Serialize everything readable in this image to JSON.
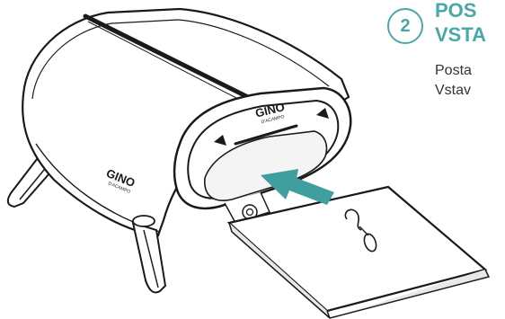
{
  "step": {
    "number": "2",
    "title_lines": [
      "POS",
      "VSTA"
    ],
    "body_lines": [
      "Posta",
      "Vstav"
    ]
  },
  "oven": {
    "brand_top": "GINO",
    "brand_top_sub": "D'ACAMPO",
    "brand_side": "GINO",
    "brand_side_sub": "D'ACAMPO"
  },
  "colors": {
    "accent": "#4aa8a8",
    "arrow": "#3f9e9e",
    "line": "#1a1a1a"
  },
  "icons": [
    "step-number-badge",
    "insert-arrow",
    "pizza-stone"
  ]
}
